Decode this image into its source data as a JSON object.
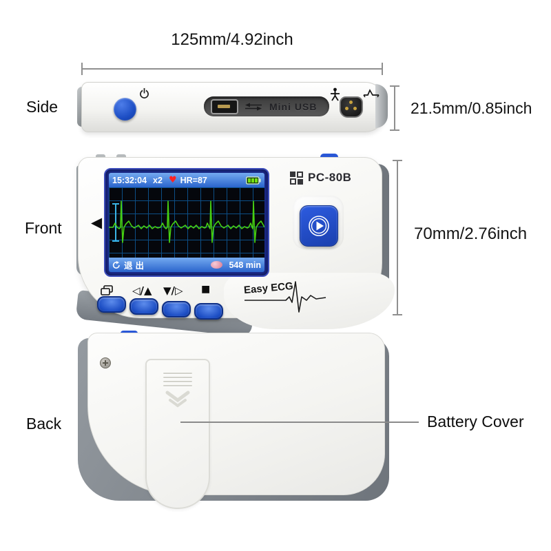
{
  "annotations": {
    "width_dimension": "125mm/4.92inch",
    "side_height_dimension": "21.5mm/0.85inch",
    "front_height_dimension": "70mm/2.76inch",
    "battery_cover_label": "Battery Cover"
  },
  "view_labels": {
    "side": "Side",
    "front": "Front",
    "back": "Back"
  },
  "side_view": {
    "mini_usb_label": "Mini USB"
  },
  "front_view": {
    "brand": "PC-80B",
    "tagline": "Easy ECG",
    "left_arrow_glyph": "◀",
    "nav_left_up": "◁/▲",
    "nav_down_right": "▼/▷",
    "nav_stop": "■",
    "screen": {
      "time": "15:32:04",
      "gain": "x2",
      "heart_glyph": "♥",
      "heart_rate": "HR=87",
      "exit_label": "退出",
      "storage_remaining": "548 min"
    }
  },
  "colors": {
    "accent_blue": "#2353c9",
    "screen_bar_blue": "#2f6bd2",
    "screen_frame_navy": "#1c2b90",
    "ecg_green": "#46d012",
    "ecg_grid_blue": "#0c4e86",
    "calibration_cyan": "#3ab4e6",
    "trim_gray": "#7d838a",
    "heart_red": "#e81e1e",
    "battery_green": "#76e014"
  }
}
